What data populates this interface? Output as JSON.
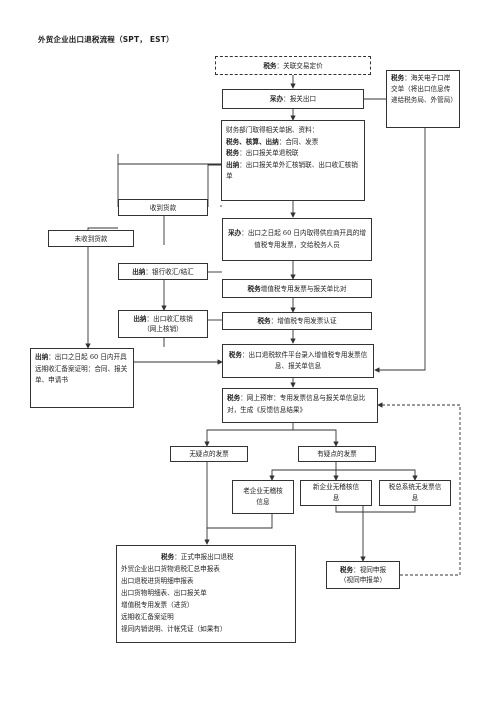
{
  "title": "外贸企业出口退税流程（SPT， EST）",
  "nodes": {
    "related_pricing": {
      "role": "税务",
      "text": "：关联交易定价"
    },
    "procurement_customs": {
      "role": "采办",
      "text": "：报关出口"
    },
    "finance_docs": {
      "lines": [
        {
          "role": "",
          "text": "财务部门取得相关单据、资料："
        },
        {
          "role": "税务、核算、出纳",
          "text": "：合同、发票"
        },
        {
          "role": "税务",
          "text": "：出口报关单退税联"
        },
        {
          "role": "出纳",
          "text": "：出口报关单外汇核销联、出口收汇核销单"
        }
      ]
    },
    "customs_port": {
      "role": "税务",
      "text": "：海关电子口岸交单（将出口信息传递给税务局、外管局）"
    },
    "payment_received": {
      "text": "收到货款"
    },
    "payment_not_received": {
      "text": "未收到货款"
    },
    "procurement_invoice": {
      "role": "采办",
      "text": "：出口之日起 60 日内取得供应商开具的增值税专用发票，交给税务人员"
    },
    "cashier_settle": {
      "role": "出纳",
      "text": "：银行收汇/结汇"
    },
    "tax_compare": {
      "role": "税务",
      "text": "增值税专用发票与报关单比对"
    },
    "cashier_writeoff": {
      "role": "出纳",
      "text": "：出口收汇核销",
      "sub": "（网上核销）"
    },
    "tax_certify": {
      "role": "税务",
      "text": "：增值税专用发票认证"
    },
    "cashier_proof": {
      "role": "出纳",
      "text": "：出口之日起 60 日内开具远期收汇备案证明：合同、报关单、申请书"
    },
    "tax_entry": {
      "role": "税务",
      "text": "：出口退税软件平台录入增值税专用发票信息、报关单信息"
    },
    "tax_predeclare": {
      "role": "税务",
      "text": "：网上预审：专用发票信息与报关单信息比对，生成《反馈信息结果》"
    },
    "no_issue": {
      "text": "无疑点的发票"
    },
    "has_issue": {
      "text": "有疑点的发票"
    },
    "old_company": {
      "text": "老企业无稽核信息"
    },
    "new_company": {
      "text": "新企业无稽核信息"
    },
    "no_invoice_info": {
      "text": "税总系统无发票信息"
    },
    "formal_declare": {
      "lines": [
        {
          "role": "税务",
          "text": "：正式申报出口退税"
        },
        {
          "role": "",
          "text": "外贸企业出口货物退税汇总申报表"
        },
        {
          "role": "",
          "text": "出口退税进货明细申报表"
        },
        {
          "role": "",
          "text": "出口货物明细表、出口报关单"
        },
        {
          "role": "",
          "text": "增值税专用发票（进货）"
        },
        {
          "role": "",
          "text": "远期收汇备案证明"
        },
        {
          "role": "",
          "text": "视同内销说明、计帐凭证（如果有）"
        }
      ]
    },
    "deemed_declare": {
      "role": "税务",
      "text": "：视同申报",
      "sub": "（视同申报单）"
    }
  }
}
